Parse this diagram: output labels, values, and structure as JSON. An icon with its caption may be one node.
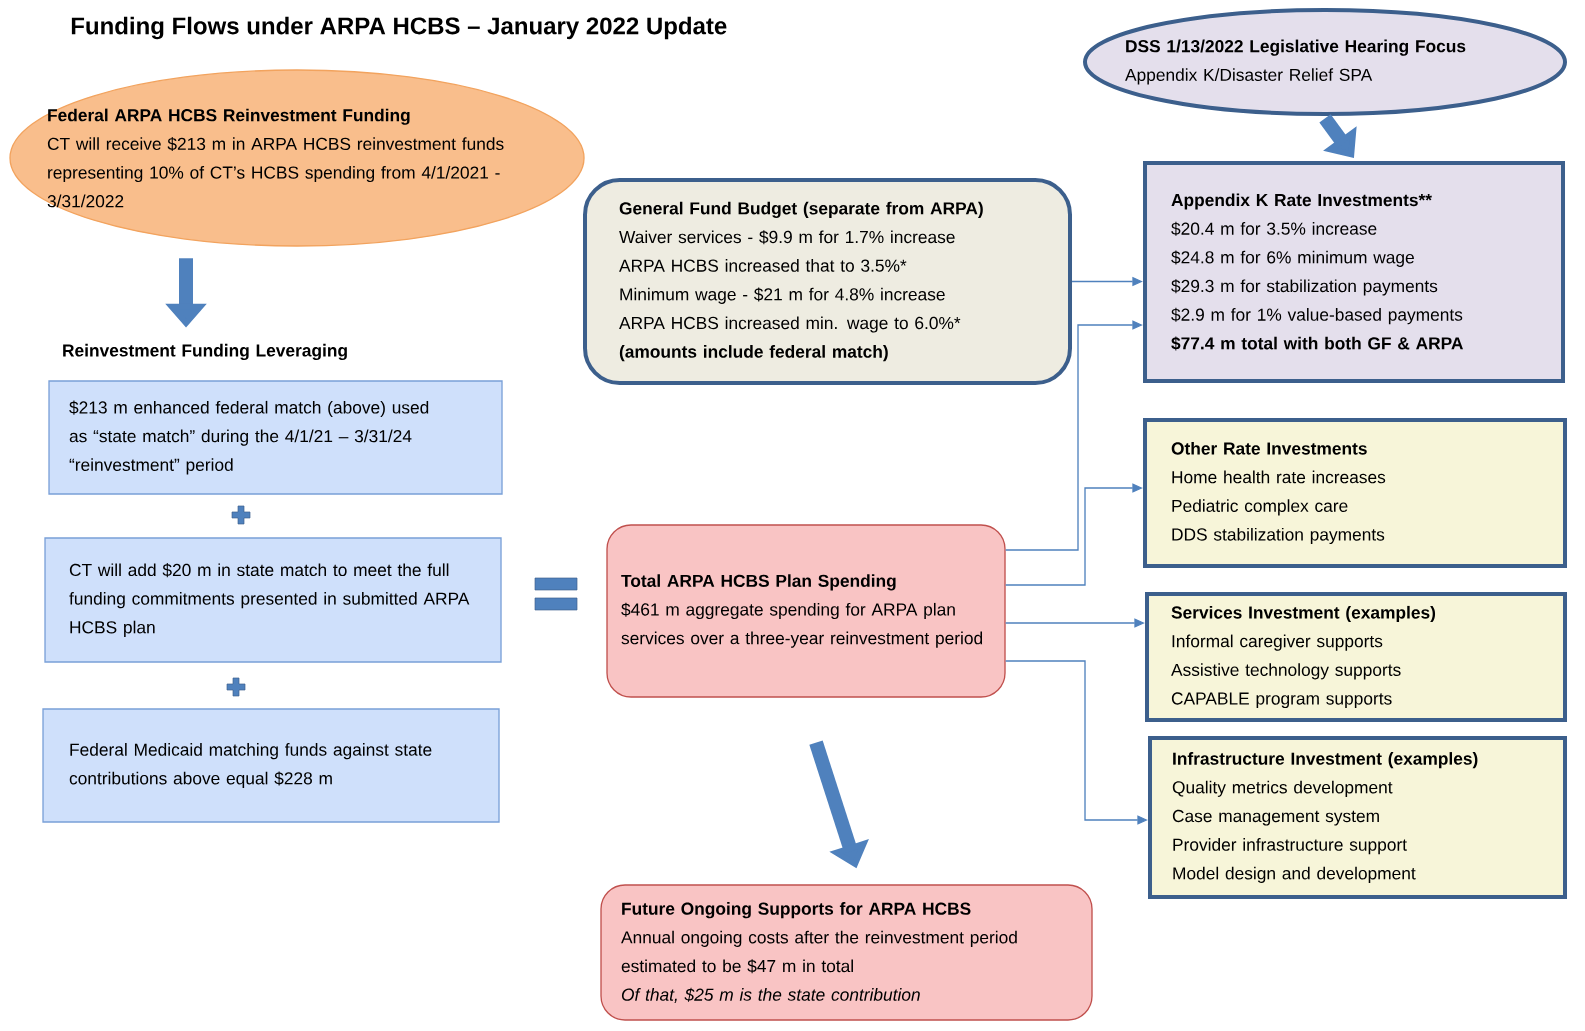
{
  "diagram": {
    "title": "Funding Flows under ARPA HCBS – January 2022 Update",
    "nodes": [
      {
        "text": [
          "Federal ARPA HCBS Reinvestment Funding",
          "CT will receive $213 m in ARPA HCBS reinvestment funds representing 10% of CT’s HCBS spending from 4/1/2021 -3/31/2022"
        ]
      },
      {
        "text": [
          "Reinvestment Funding Leveraging"
        ]
      },
      {
        "text": [
          "$213 m enhanced federal match (above) used as “state match” during the 4/1/21 – 3/31/24 “reinvestment” period"
        ]
      },
      {
        "text": [
          "CT will add $20 m in state match to meet the full funding commitments presented in submitted ARPA HCBS plan"
        ]
      },
      {
        "text": [
          "Federal Medicaid matching funds against state contributions above equal $228 m"
        ]
      },
      {
        "text": [
          "General Fund Budget (separate from ARPA)",
          "Waiver services - $9.9 m for 1.7% increase",
          "ARPA HCBS increased that to 3.5%*",
          "Minimum wage - $21 m for 4.8% increase",
          "ARPA HCBS increased min. wage to 6.0%*",
          "(amounts include federal match)"
        ]
      },
      {
        "text": [
          "DSS 1/13/2022 Legislative Hearing Focus",
          "Appendix K/Disaster Relief SPA"
        ]
      },
      {
        "text": [
          "Appendix K Rate Investments**",
          "$20.4 m for 3.5% increase",
          "$24.8 m for 6% minimum wage",
          "$29.3 m for stabilization payments",
          "$2.9 m for 1% value-based payments",
          "$77.4 m total with both GF & ARPA"
        ]
      },
      {
        "text": [
          "Other Rate Investments",
          "Home health rate increases",
          "Pediatric complex care",
          "DDS stabilization payments"
        ]
      },
      {
        "text": [
          "Total ARPA HCBS Plan Spending",
          "$461 m aggregate spending for ARPA plan services over a three-year reinvestment period"
        ]
      },
      {
        "text": [
          "Services Investment (examples)",
          "Informal caregiver supports",
          "Assistive technology supports",
          "CAPABLE program supports"
        ]
      },
      {
        "text": [
          "Infrastructure Investment (examples)",
          "Quality metrics development",
          "Case management system",
          "Provider infrastructure support",
          "Model design and development"
        ]
      },
      {
        "text": [
          "Future Ongoing Supports for ARPA HCBS",
          "Annual ongoing costs after the reinvestment period estimated to be $47 m in total",
          "Of that, $25 m is the state contribution"
        ]
      }
    ],
    "edges": [
      {
        "from": 0,
        "to": 1,
        "arrow": "to",
        "style": "thick"
      },
      {
        "from": 6,
        "to": 7,
        "arrow": "to",
        "style": "thick"
      },
      {
        "from": 5,
        "to": 7,
        "arrow": "to"
      },
      {
        "from": 9,
        "to": 7,
        "arrow": "to"
      },
      {
        "from": 9,
        "to": 8,
        "arrow": "to"
      },
      {
        "from": 9,
        "to": 10,
        "arrow": "to"
      },
      {
        "from": 9,
        "to": 11,
        "arrow": "to"
      },
      {
        "from": 9,
        "to": 12,
        "arrow": "to",
        "style": "thick"
      }
    ]
  }
}
